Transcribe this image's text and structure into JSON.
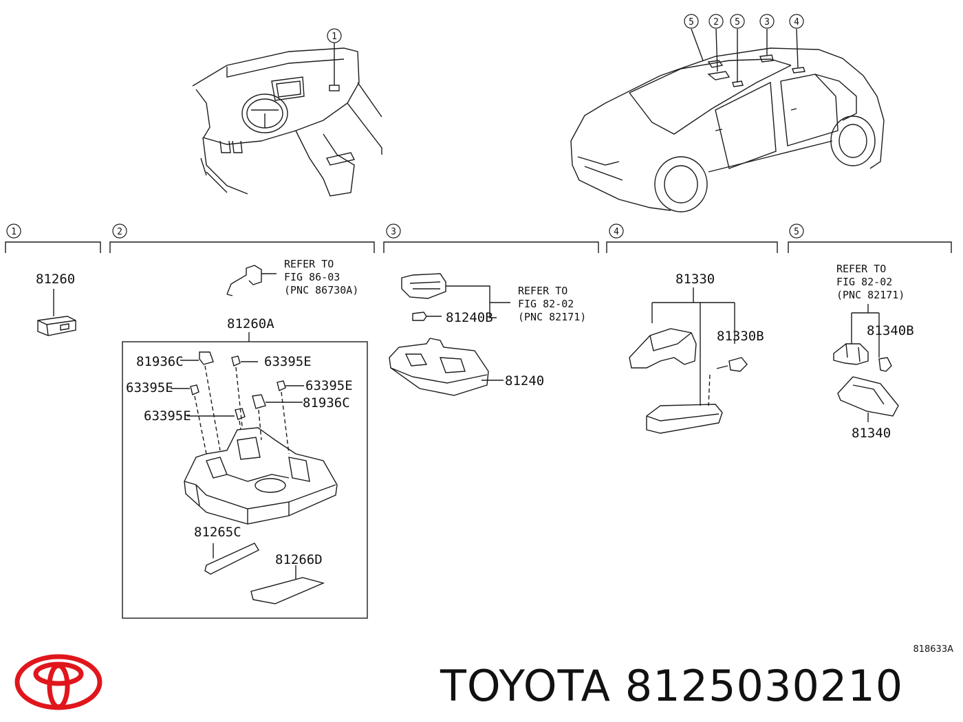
{
  "sections": [
    {
      "number": "1"
    },
    {
      "number": "2"
    },
    {
      "number": "3"
    },
    {
      "number": "4"
    },
    {
      "number": "5"
    }
  ],
  "callouts": {
    "dashboard": [
      "1"
    ],
    "car": [
      "5",
      "2",
      "5",
      "3",
      "4"
    ]
  },
  "parts": {
    "p81260": "81260",
    "p81260A": "81260A",
    "p81936C_a": "81936C",
    "p63395E_a": "63395E",
    "p63395E_b": "63395E",
    "p63395E_c": "63395E",
    "p81936C_b": "81936C",
    "p63395E_d": "63395E",
    "p81265C": "81265C",
    "p81266D": "81266D",
    "p81240B": "81240B",
    "p81240": "81240",
    "p81330": "81330",
    "p81330B": "81330B",
    "p81340B": "81340B",
    "p81340": "81340"
  },
  "references": {
    "ref2": {
      "line1": "REFER TO",
      "line2": "FIG 86-03",
      "line3": "(PNC 86730A)"
    },
    "ref3": {
      "line1": "REFER TO",
      "line2": "FIG 82-02",
      "line3": "(PNC 82171)"
    },
    "ref5": {
      "line1": "REFER TO",
      "line2": "FIG 82-02",
      "line3": "(PNC 82171)"
    }
  },
  "diagram_code": "818633A",
  "footer": {
    "brand": "TOYOTA",
    "part_number": "8125030210"
  },
  "colors": {
    "logo_red": "#e0161c",
    "line": "#1a1a1a"
  }
}
